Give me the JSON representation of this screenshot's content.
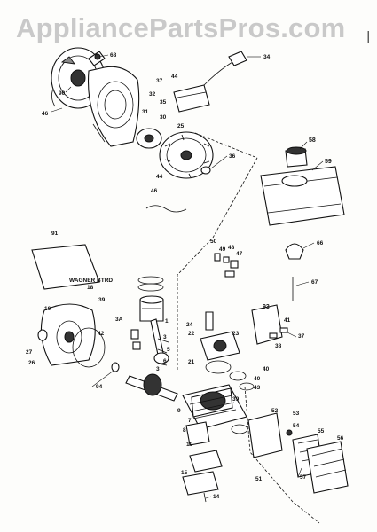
{
  "watermark": "AppliancePartsPros.com",
  "margin_mark": "|",
  "sheet_text": "WAGNER BTRD",
  "callouts": {
    "c1": "1",
    "c3": "3",
    "c3a": "3A",
    "c5": "5",
    "c6": "6",
    "c7": "7",
    "c8": "8",
    "c9": "9",
    "c10": "10",
    "c14": "14",
    "c15": "15",
    "c18": "18",
    "c19": "19",
    "c21": "21",
    "c22": "22",
    "c23": "23",
    "c24": "24",
    "c25": "25",
    "c26": "26",
    "c27": "27",
    "c30": "30",
    "c31": "31",
    "c32": "32",
    "c34": "34",
    "c35": "35",
    "c36": "36",
    "c37": "37",
    "c38": "38",
    "c39": "39",
    "c40": "40",
    "c41": "41",
    "c42": "42",
    "c43": "43",
    "c44": "44",
    "c46": "46",
    "c47": "47",
    "c48": "48",
    "c49": "49",
    "c50": "50",
    "c51": "51",
    "c52": "52",
    "c53": "53",
    "c54": "54",
    "c55": "55",
    "c56": "56",
    "c57": "57",
    "c58": "58",
    "c59": "59",
    "c66": "66",
    "c67": "67",
    "c68": "68",
    "c90": "90",
    "c91": "91",
    "c93": "93",
    "c94": "94"
  }
}
